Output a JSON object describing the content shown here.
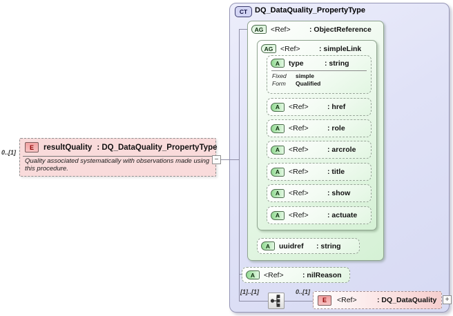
{
  "colors": {
    "panel_bg": "#dfe1f6",
    "group_box_bg": "#ddf3dd",
    "attr_box_bg": "#edfaed",
    "element_card_bg": "#f9dbdb",
    "ref_element_bg": "#f8d6d6",
    "connector_line": "#8d8da5",
    "badge_e_text": "#8e0000"
  },
  "left_element": {
    "cardinality": "0..[1]",
    "badge": "E",
    "name": "resultQuality",
    "type": ": DQ_DataQuality_PropertyType",
    "annotation_line1": "Quality associated systematically with observations made using",
    "annotation_line2": "this procedure.",
    "collapse_glyph": "−"
  },
  "complex_type": {
    "badge": "CT",
    "title": "DQ_DataQuality_PropertyType",
    "object_reference": {
      "badge": "AG",
      "ref": "<Ref>",
      "name": ": ObjectReference"
    },
    "simple_link": {
      "badge": "AG",
      "ref": "<Ref>",
      "name": ": simpleLink",
      "type_attr": {
        "badge": "A",
        "name": "type",
        "type": ": string",
        "fixed_label": "Fixed",
        "fixed_value": "simple",
        "form_label": "Form",
        "form_value": "Qualified"
      },
      "attributes": [
        {
          "badge": "A",
          "ref": "<Ref>",
          "name": ": href"
        },
        {
          "badge": "A",
          "ref": "<Ref>",
          "name": ": role"
        },
        {
          "badge": "A",
          "ref": "<Ref>",
          "name": ": arcrole"
        },
        {
          "badge": "A",
          "ref": "<Ref>",
          "name": ": title"
        },
        {
          "badge": "A",
          "ref": "<Ref>",
          "name": ": show"
        },
        {
          "badge": "A",
          "ref": "<Ref>",
          "name": ": actuate"
        }
      ]
    },
    "uuidref_attr": {
      "badge": "A",
      "name": "uuidref",
      "type": ": string"
    },
    "nil_reason_attr": {
      "badge": "A",
      "ref": "<Ref>",
      "name": ": nilReason"
    },
    "choice": {
      "left_cardinality": "[1]..[1]",
      "right_cardinality": "0..[1]",
      "element": {
        "badge": "E",
        "ref": "<Ref>",
        "name": ": DQ_DataQuality"
      },
      "expand_glyph": "+"
    }
  }
}
